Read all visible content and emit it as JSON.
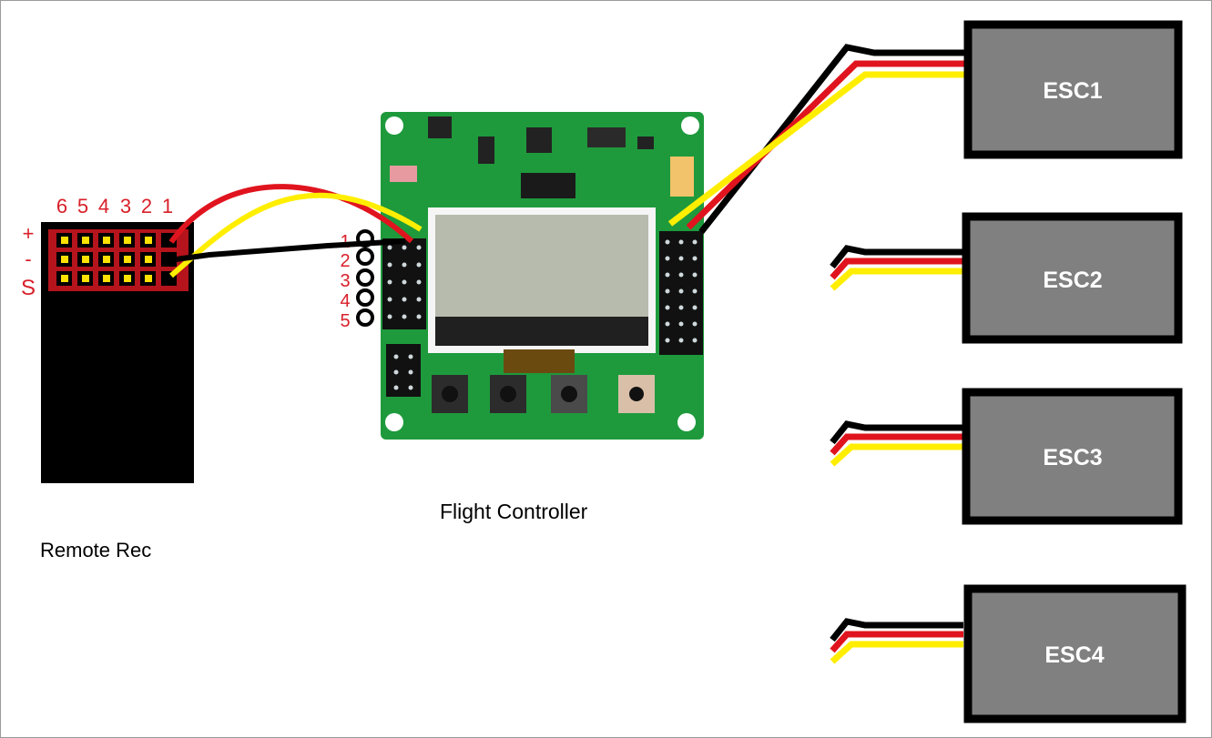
{
  "diagram": {
    "title": "Quadcopter flight controller wiring",
    "receiver": {
      "label": "Remote Rec",
      "channel_labels": [
        "6",
        "5",
        "4",
        "3",
        "2",
        "1"
      ],
      "row_labels": [
        "+",
        "-",
        "S"
      ]
    },
    "flight_controller": {
      "label": "Flight Controller",
      "input_pin_labels": [
        "1",
        "2",
        "3",
        "4",
        "5"
      ]
    },
    "escs": [
      {
        "label": "ESC1"
      },
      {
        "label": "ESC2"
      },
      {
        "label": "ESC3"
      },
      {
        "label": "ESC4"
      }
    ],
    "wire_colors": {
      "positive": "#e0141e",
      "ground": "#000000",
      "signal": "#ffee00"
    },
    "colors": {
      "label_red": "#d8202a",
      "pcb_green": "#1e9a3c",
      "esc_fill": "#808080"
    }
  }
}
